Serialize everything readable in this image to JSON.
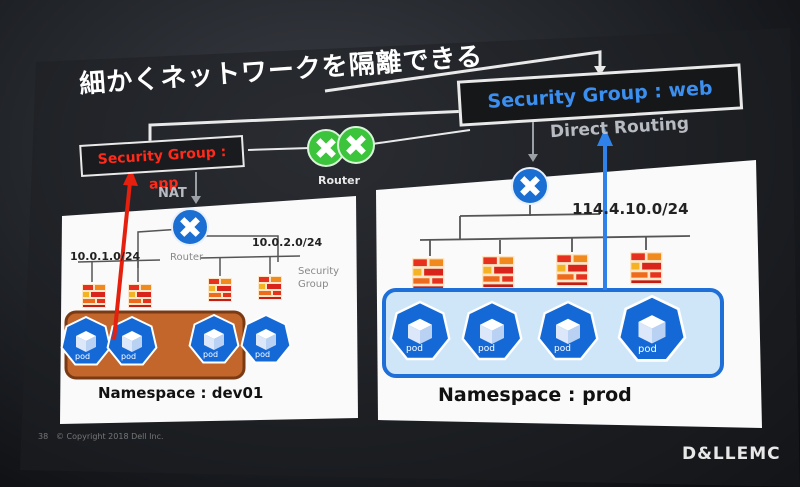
{
  "slide": {
    "title": "細かくネットワークを隔離できる",
    "security_group_app": "Security Group : app",
    "security_group_web": "Security Group : web",
    "nat_label": "NAT",
    "router_label": "Router",
    "direct_routing_label": "Direct Routing",
    "left_panel": {
      "cidr_a": "10.0.1.0/24",
      "cidr_b": "10.0.2.0/24",
      "router_caption": "Router",
      "security_group_caption_1": "Security",
      "security_group_caption_2": "Group",
      "pod_label": "pod",
      "namespace": "Namespace : dev01"
    },
    "right_panel": {
      "cidr": "114.4.10.0/24",
      "pod_label": "pod",
      "namespace": "Namespace : prod"
    },
    "footer": {
      "page_number": "38",
      "copyright": "© Copyright 2018 Dell Inc.",
      "brand": "D&LLEMC"
    }
  },
  "colors": {
    "app_red": "#ff2a1a",
    "web_blue": "#3b8ff0",
    "pod_blue": "#1469d6",
    "router_green": "#3cc43c"
  },
  "icons": [
    "router-icon",
    "firewall-icon",
    "pod-icon",
    "arrow-icon"
  ]
}
